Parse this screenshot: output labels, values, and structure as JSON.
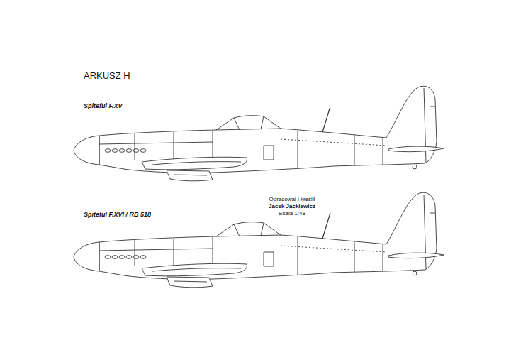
{
  "diagram": {
    "title": "ARKUSZ H",
    "labels": [
      "Spiteful F.XV",
      "Spiteful F.XVI / RB 518",
      "Opracował i kreślił",
      "Jacek Jackiewicz",
      "Skala 1:48"
    ]
  }
}
